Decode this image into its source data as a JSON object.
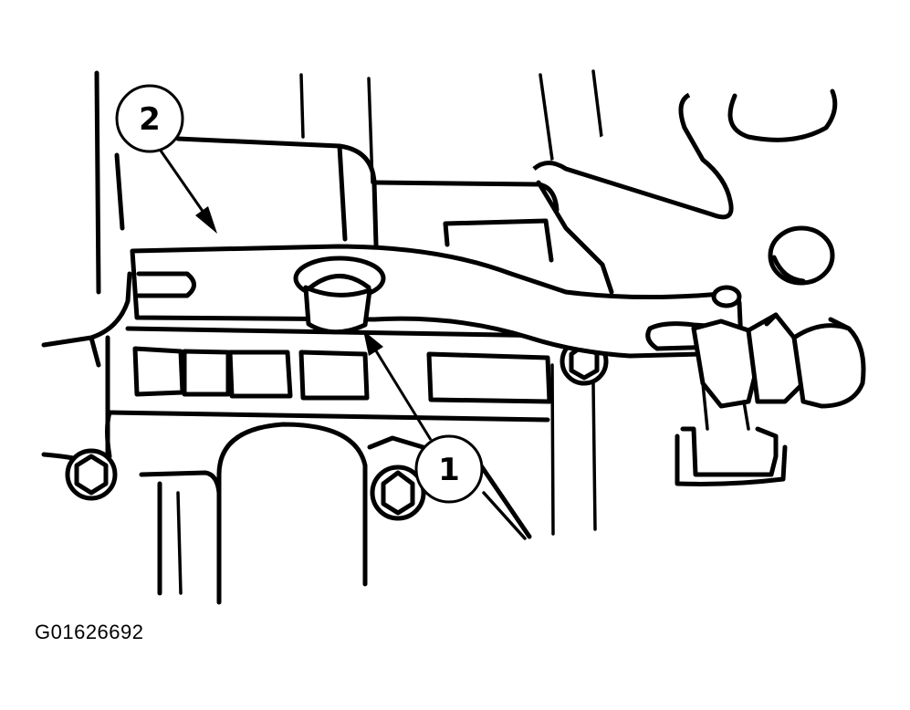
{
  "callouts": [
    {
      "id": "callout-2",
      "label": "2"
    },
    {
      "id": "callout-1",
      "label": "1"
    }
  ],
  "figure": {
    "id_text": "G01626692"
  }
}
